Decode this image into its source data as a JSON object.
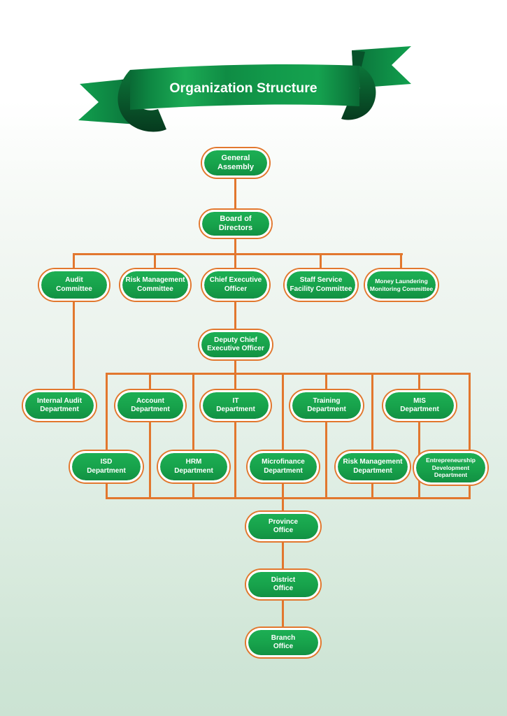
{
  "title": "Organization Structure",
  "colors": {
    "node_green": "#17A24B",
    "line_orange": "#E2772E",
    "ribbon_green": "#0F8C44",
    "background_bottom": "#CFE5D6",
    "text_white": "#FFFFFF"
  },
  "nodes": {
    "general_assembly": "General Assembly",
    "board_of_directors": "Board of Directors",
    "audit_committee": "Audit\nCommittee",
    "risk_management_committee": "Risk Management\nCommittee",
    "chief_executive_officer": "Chief Executive\nOfficer",
    "staff_service_facility_committee": "Staff Service\nFacility Committee",
    "money_laundering_monitoring_committee": "Money Laundering\nMonitoring Committee",
    "deputy_chief_executive_officer": "Deputy Chief\nExecutive Officer",
    "internal_audit_department": "Internal Audit\nDepartment",
    "account_department": "Account\nDepartment",
    "it_department": "IT\nDepartment",
    "training_department": "Training\nDepartment",
    "mis_department": "MIS\nDepartment",
    "isd_department": "ISD\nDepartment",
    "hrm_department": "HRM\nDepartment",
    "microfinance_department": "Microfinance\nDepartment",
    "risk_management_department": "Risk Management\nDepartment",
    "entrepreneurship_development_department": "Entrepreneurship\nDevelopment\nDepartment",
    "province_office": "Province\nOffice",
    "district_office": "District\nOffice",
    "branch_office": "Branch\nOffice"
  },
  "hierarchy": {
    "edges": [
      [
        "general_assembly",
        "board_of_directors"
      ],
      [
        "board_of_directors",
        "audit_committee"
      ],
      [
        "board_of_directors",
        "risk_management_committee"
      ],
      [
        "board_of_directors",
        "chief_executive_officer"
      ],
      [
        "board_of_directors",
        "staff_service_facility_committee"
      ],
      [
        "board_of_directors",
        "money_laundering_monitoring_committee"
      ],
      [
        "audit_committee",
        "internal_audit_department"
      ],
      [
        "chief_executive_officer",
        "deputy_chief_executive_officer"
      ],
      [
        "deputy_chief_executive_officer",
        "account_department"
      ],
      [
        "deputy_chief_executive_officer",
        "it_department"
      ],
      [
        "deputy_chief_executive_officer",
        "training_department"
      ],
      [
        "deputy_chief_executive_officer",
        "mis_department"
      ],
      [
        "deputy_chief_executive_officer",
        "isd_department"
      ],
      [
        "deputy_chief_executive_officer",
        "hrm_department"
      ],
      [
        "deputy_chief_executive_officer",
        "microfinance_department"
      ],
      [
        "deputy_chief_executive_officer",
        "risk_management_department"
      ],
      [
        "deputy_chief_executive_officer",
        "entrepreneurship_development_department"
      ],
      [
        "account_department",
        "province_office"
      ],
      [
        "it_department",
        "province_office"
      ],
      [
        "training_department",
        "province_office"
      ],
      [
        "mis_department",
        "province_office"
      ],
      [
        "isd_department",
        "province_office"
      ],
      [
        "hrm_department",
        "province_office"
      ],
      [
        "microfinance_department",
        "province_office"
      ],
      [
        "risk_management_department",
        "province_office"
      ],
      [
        "entrepreneurship_development_department",
        "province_office"
      ],
      [
        "province_office",
        "district_office"
      ],
      [
        "district_office",
        "branch_office"
      ]
    ]
  }
}
